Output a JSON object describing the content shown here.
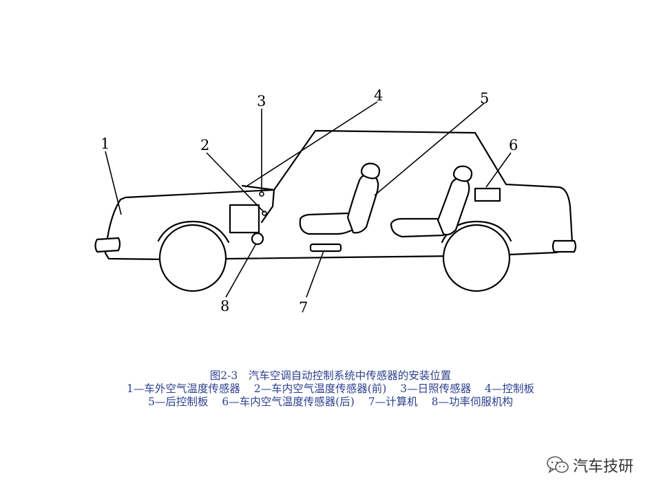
{
  "callouts": [
    "1",
    "2",
    "3",
    "4",
    "5",
    "6",
    "7",
    "8"
  ],
  "caption": {
    "title": "图2-3　汽车空调自动控制系统中传感器的安装位置",
    "legend_line1": [
      "1—车外空气温度传感器",
      "2—车内空气温度传感器(前)",
      "3—日照传感器",
      "4—控制板"
    ],
    "legend_line2": [
      "5—后控制板",
      "6—车内空气温度传感器(后)",
      "7—计算机",
      "8—功率伺服机构"
    ]
  },
  "watermark": {
    "text": "汽车技研",
    "icon": "wechat-icon"
  },
  "colors": {
    "caption": "#2b3f8f",
    "line": "#000000"
  }
}
